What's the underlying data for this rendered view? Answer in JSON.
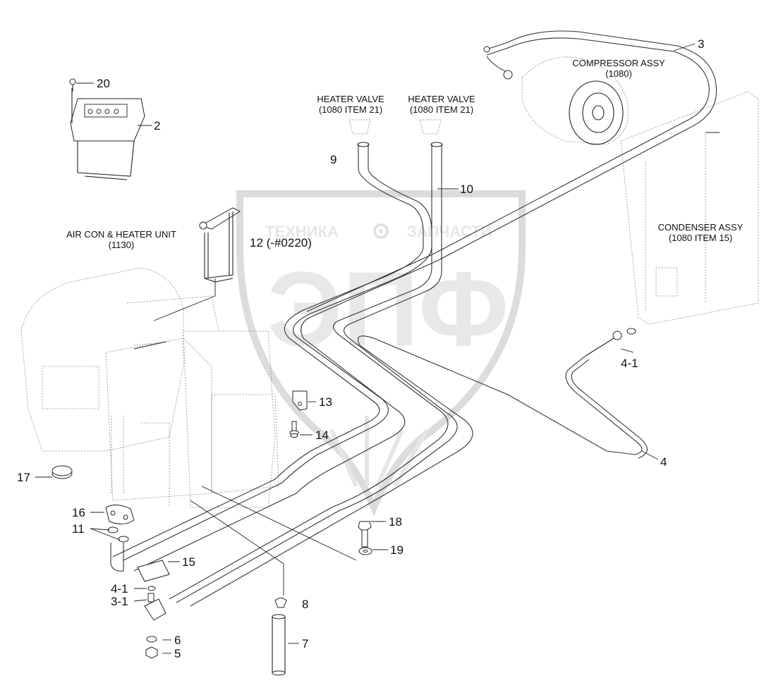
{
  "watermark": {
    "top_left": "ТЕХНИКА",
    "top_right": "ЗАПЧАСТИ",
    "letters": "ЭПФ"
  },
  "callouts": {
    "c20": "20",
    "c2": "2",
    "c3": "3",
    "c9": "9",
    "c10": "10",
    "c12": "12 (-#0220)",
    "c13": "13",
    "c14": "14",
    "c4_1_right": "4-1",
    "c4": "4",
    "c17": "17",
    "c16": "16",
    "c11": "11",
    "c15": "15",
    "c4_1_left": "4-1",
    "c3_1": "3-1",
    "c8": "8",
    "c18": "18",
    "c19": "19",
    "c6": "6",
    "c5": "5",
    "c7": "7"
  },
  "captions": {
    "compressor": [
      "COMPRESSOR ASSY",
      "(1080)"
    ],
    "heater_valve_left": [
      "HEATER VALVE",
      "(1080 ITEM 21)"
    ],
    "heater_valve_right": [
      "HEATER VALVE",
      "(1080 ITEM 21)"
    ],
    "aircon": [
      "AIR CON & HEATER UNIT",
      "(1130)"
    ],
    "condenser": [
      "CONDENSER ASSY",
      "(1080 ITEM 15)"
    ]
  }
}
